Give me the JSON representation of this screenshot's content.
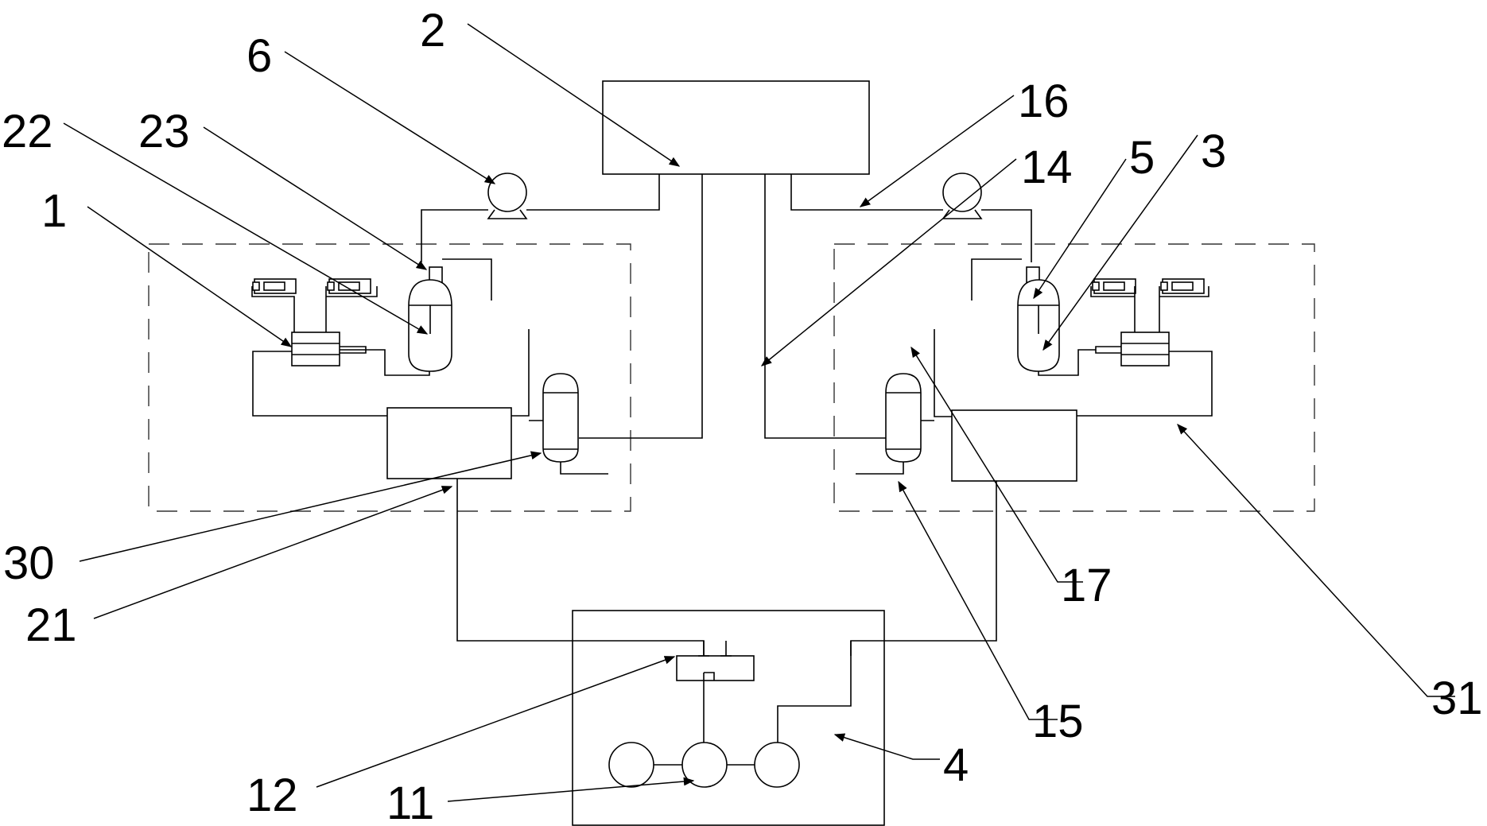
{
  "labels": {
    "l1": "1",
    "l2": "2",
    "l3": "3",
    "l4": "4",
    "l5": "5",
    "l6": "6",
    "l11": "11",
    "l12": "12",
    "l14": "14",
    "l15": "15",
    "l16": "16",
    "l17": "17",
    "l21": "21",
    "l22": "22",
    "l23": "23",
    "l30": "30",
    "l31": "31"
  },
  "colors": {
    "line": "#000000",
    "background": "#ffffff"
  }
}
